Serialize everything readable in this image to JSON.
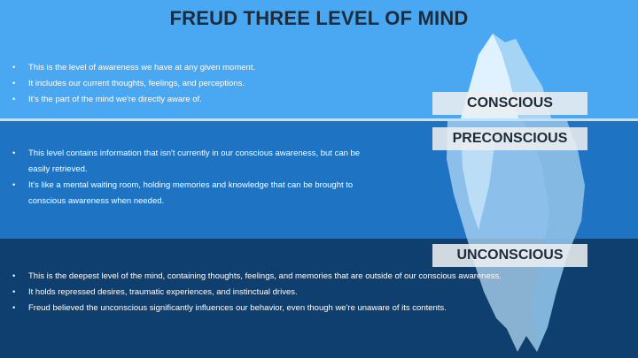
{
  "title": "FREUD THREE LEVEL OF MIND",
  "levels": {
    "conscious": {
      "label": "CONSCIOUS",
      "bullets": [
        "This is the level of awareness we have at any given moment.",
        "It includes our current thoughts, feelings, and perceptions.",
        "It's the part of the mind we're directly aware of."
      ]
    },
    "preconscious": {
      "label": "PRECONSCIOUS",
      "bullets": [
        "This level contains information that isn't currently in our conscious awareness, but can be easily retrieved.",
        "It's like a mental waiting room, holding memories and knowledge that can be brought to conscious awareness when needed."
      ]
    },
    "unconscious": {
      "label": "UNCONSCIOUS",
      "bullets": [
        "This is the deepest level of the mind, containing thoughts, feelings, and memories that are outside of our conscious awareness.",
        "It holds repressed desires, traumatic experiences, and instinctual drives.",
        "Freud believed the unconscious significantly influences our behavior, even though we're unaware of its contents."
      ]
    }
  },
  "colors": {
    "sky": "#4aa8f2",
    "water_shallow": "#1e73c2",
    "water_deep": "#0f3f6e",
    "ice": "#cfe9fb",
    "title_text": "#1d2b3a"
  }
}
